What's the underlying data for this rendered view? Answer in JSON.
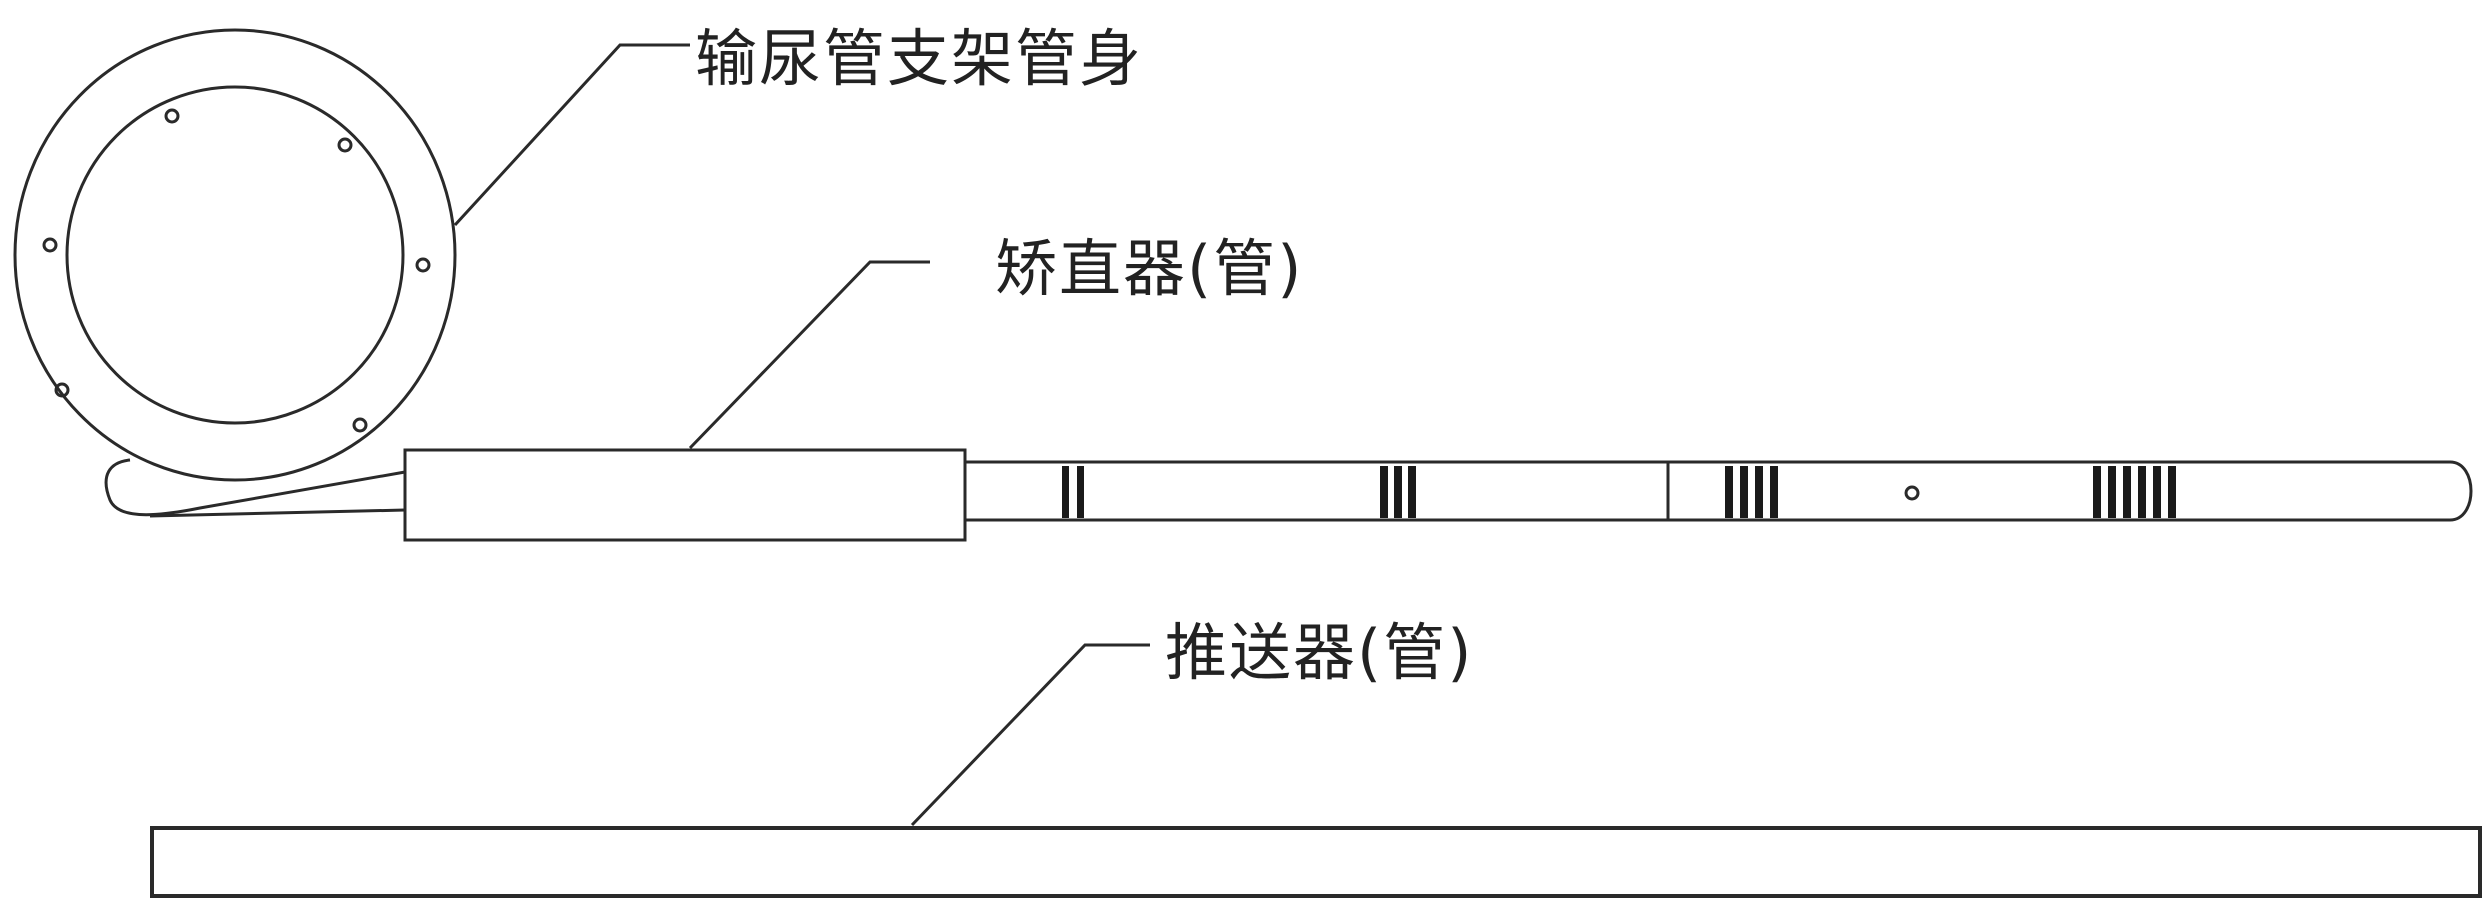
{
  "labels": {
    "stent_body": "输尿管支架管身",
    "straightener": "矫直器(管)",
    "pusher": "推送器(管)"
  },
  "colors": {
    "line": "#222222",
    "background": "#ffffff"
  }
}
